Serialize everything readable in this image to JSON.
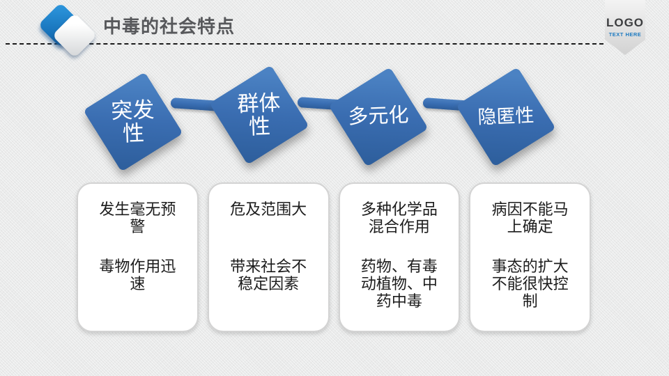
{
  "header": {
    "title": "中毒的社会特点",
    "logo": {
      "line1": "LOGO",
      "line2": "TEXT HERE"
    }
  },
  "diamonds": [
    {
      "label": "突发性"
    },
    {
      "label": "群体性"
    },
    {
      "label": "多元化"
    },
    {
      "label": "隐匿性"
    }
  ],
  "cards": [
    {
      "p1": "发生毫无预警",
      "p2": "毒物作用迅速"
    },
    {
      "p1": "危及范围大",
      "p2": "带来社会不稳定因素"
    },
    {
      "p1": "多种化学品混合作用",
      "p2": "药物、有毒动植物、中药中毒"
    },
    {
      "p1": "病因不能马上确定",
      "p2": "事态的扩大不能很快控制"
    }
  ],
  "colors": {
    "diamond_blue": "#3a6db1",
    "icon_blue": "#1478c8",
    "title_gray": "#57585b",
    "logo_text_blue": "#1c79c0",
    "card_border": "#d3d3d3",
    "background": "#e9eaea"
  }
}
